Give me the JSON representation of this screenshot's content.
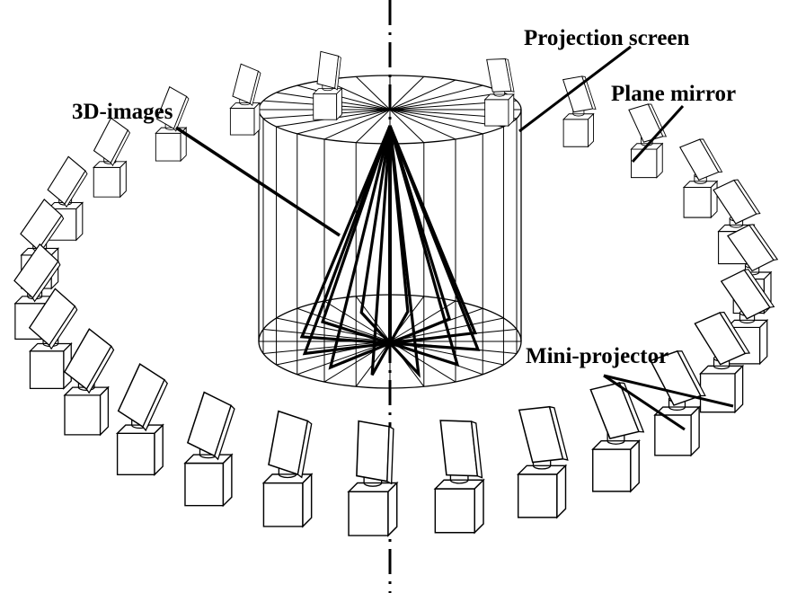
{
  "labels": {
    "projection_screen": "Projection screen",
    "plane_mirror": "Plane mirror",
    "three_d_images": "3D-images",
    "mini_projector": "Mini-projector"
  },
  "colors": {
    "line": "#000000",
    "background": "#ffffff"
  }
}
